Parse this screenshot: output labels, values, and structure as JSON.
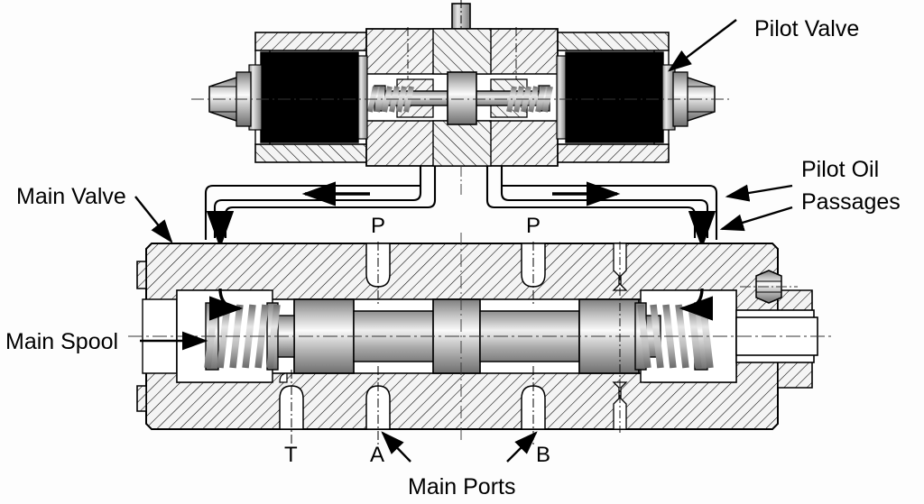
{
  "diagram": {
    "title": "Pilot Operated Directional Control Valve Cross-Section",
    "background_color": "#fdfdfd",
    "line_color": "#000000",
    "metal_light": "#f2f2f2",
    "metal_mid": "#c9c9c9",
    "metal_dark": "#8c8c8c",
    "coil_color": "#000000"
  },
  "labels": {
    "pilot_valve": "Pilot Valve",
    "pilot_oil_line1": "Pilot Oil",
    "pilot_oil_line2": "Passages",
    "main_valve": "Main Valve",
    "main_spool": "Main Spool",
    "main_ports": "Main Ports"
  },
  "ports": {
    "pressure_left": "P",
    "pressure_right": "P",
    "tank": "T",
    "service_a": "A",
    "service_b": "B"
  },
  "components": [
    {
      "name": "pilot-valve-body",
      "label": "Pilot Valve"
    },
    {
      "name": "pilot-solenoid-left",
      "label": "Solenoid Coil (left)"
    },
    {
      "name": "pilot-solenoid-right",
      "label": "Solenoid Coil (right)"
    },
    {
      "name": "pilot-spool",
      "label": "Pilot Spool"
    },
    {
      "name": "manual-override-stem",
      "label": "Manual Override Stem"
    },
    {
      "name": "main-valve-body",
      "label": "Main Valve"
    },
    {
      "name": "main-spool",
      "label": "Main Spool"
    },
    {
      "name": "centering-spring-left",
      "label": "Centering Spring (left)"
    },
    {
      "name": "centering-spring-right",
      "label": "Centering Spring (right)"
    },
    {
      "name": "pilot-oil-passage-left",
      "label": "Pilot Oil Passage (left)"
    },
    {
      "name": "pilot-oil-passage-right",
      "label": "Pilot Oil Passage (right)"
    }
  ],
  "flow_arrows": [
    {
      "name": "flow-arrow-upper-left",
      "direction": "left"
    },
    {
      "name": "flow-arrow-upper-right",
      "direction": "right"
    },
    {
      "name": "flow-arrow-down-left",
      "direction": "down"
    },
    {
      "name": "flow-arrow-down-right",
      "direction": "down"
    },
    {
      "name": "flow-arrow-into-left-chamber",
      "direction": "right"
    },
    {
      "name": "flow-arrow-into-right-chamber",
      "direction": "left"
    }
  ]
}
